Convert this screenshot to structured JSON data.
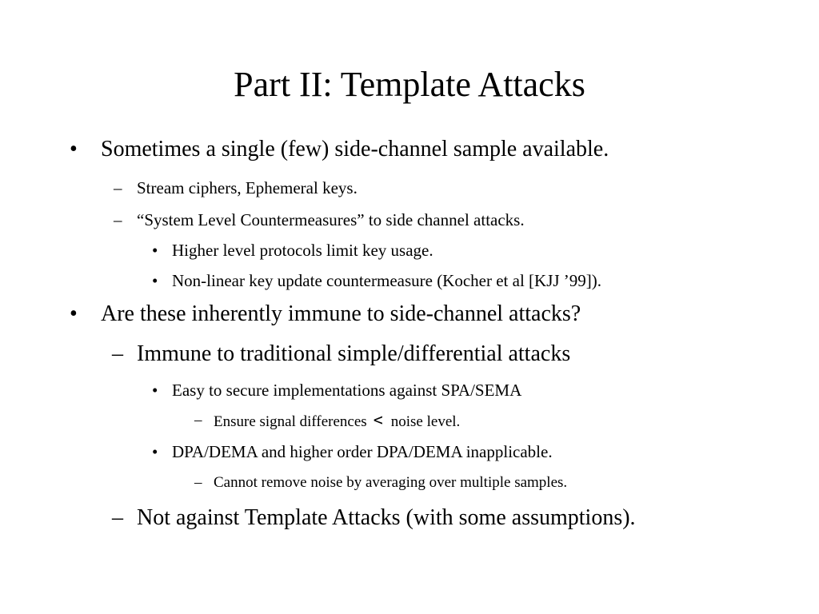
{
  "slide": {
    "title": "Part II: Template Attacks",
    "bullet_marker": "•",
    "dash_marker": "–",
    "items": [
      {
        "text": "Sometimes a single (few) side-channel sample available."
      },
      {
        "text": "Stream ciphers, Ephemeral keys."
      },
      {
        "text": "“System Level Countermeasures” to side channel attacks."
      },
      {
        "text": "Higher level protocols limit key usage."
      },
      {
        "text": "Non-linear key update countermeasure (Kocher et al [KJJ ’99])."
      },
      {
        "text": "Are these inherently immune to side-channel attacks?"
      },
      {
        "text": "Immune to traditional simple/differential attacks"
      },
      {
        "text": "Easy to secure implementations against SPA/SEMA"
      },
      {
        "text_before": "Ensure signal differences",
        "symbol": "<",
        "text_after": "noise level."
      },
      {
        "text": "DPA/DEMA and higher order DPA/DEMA inapplicable."
      },
      {
        "text": "Cannot remove noise by averaging over multiple samples."
      },
      {
        "text": "Not against Template Attacks (with some assumptions)."
      }
    ]
  }
}
